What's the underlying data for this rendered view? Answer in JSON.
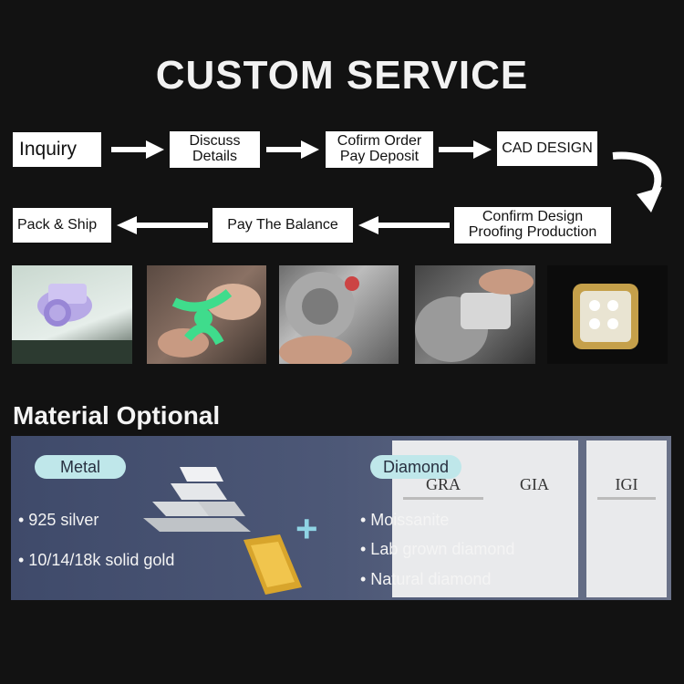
{
  "title": "CUSTOM SERVICE",
  "steps": {
    "inquiry": "Inquiry",
    "discuss_l1": "Discuss",
    "discuss_l2": "Details",
    "confirm_l1": "Cofirm Order",
    "confirm_l2": "Pay Deposit",
    "cad": "CAD DESIGN",
    "proof_l1": "Confirm Design",
    "proof_l2": "Proofing Production",
    "balance": "Pay The Balance",
    "ship": "Pack & Ship"
  },
  "material": {
    "title": "Material Optional",
    "metal_label": "Metal",
    "metal_items": [
      "• 925 silver",
      "• 10/14/18k solid gold"
    ],
    "plus": "+",
    "diamond_label": "Diamond",
    "diamond_items": [
      "• Moissanite",
      "• Lab grown diamond",
      "• Natural diamond"
    ],
    "certs": [
      "GRA",
      "GIA",
      "IGI"
    ]
  }
}
